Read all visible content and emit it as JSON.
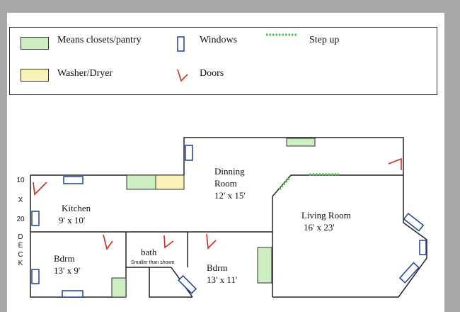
{
  "legend": {
    "closets_label": "Means closets/pantry",
    "windows_label": "Windows",
    "step_up_label": "Step up",
    "washer_dryer_label": "Washer/Dryer",
    "doors_label": "Doors"
  },
  "rooms": {
    "kitchen_name": "Kitchen",
    "kitchen_size": "9' x 10'",
    "dining_name_1": "Dinning",
    "dining_name_2": "Room",
    "dining_size": "12' x 15'",
    "living_name": "Living Room",
    "living_size": "16' x 23'",
    "bdrm_left_name": "Bdrm",
    "bdrm_left_size": "13' x 9'",
    "bath_name": "bath",
    "bath_note": "Smaller than shown",
    "bdrm_mid_name": "Bdrm",
    "bdrm_mid_size": "13' x 11'"
  },
  "deck": {
    "size_a": "10",
    "size_x": "X",
    "size_b": "20",
    "letter_1": "D",
    "letter_2": "E",
    "letter_3": "C",
    "letter_4": "K"
  },
  "colors": {
    "closet": "#cdeec0",
    "washer": "#f9f3b8",
    "window": "#1f3f99",
    "door": "#c8321e",
    "step": "#4fc24f",
    "wall": "#222222",
    "frame": "#a7a7a7"
  }
}
